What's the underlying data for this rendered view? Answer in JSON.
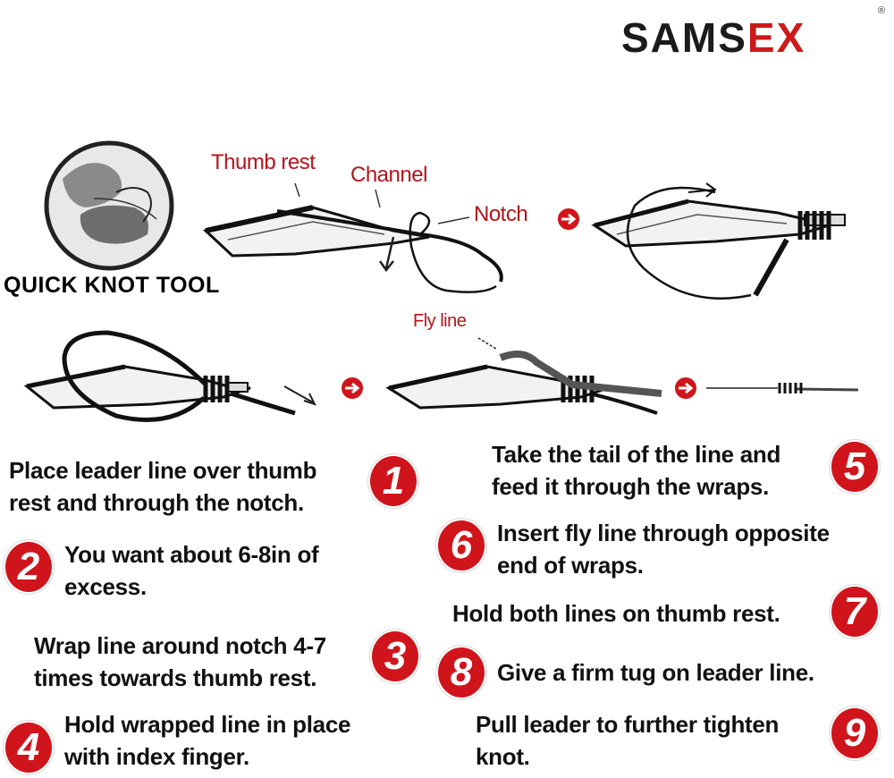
{
  "brand": {
    "name_left": "SAMS",
    "name_right": "EX",
    "mark": "®"
  },
  "tool_label": "QUICK KNOT TOOL",
  "callouts": {
    "thumb_rest": "Thumb rest",
    "channel": "Channel",
    "notch": "Notch",
    "fly_line": "Fly line"
  },
  "steps": [
    {
      "num": "1",
      "text_l1": "Place leader line over thumb",
      "text_l2": "rest and through the notch."
    },
    {
      "num": "2",
      "text_l1": "You want about 6-8in of",
      "text_l2": "excess."
    },
    {
      "num": "3",
      "text_l1": "Wrap line around notch 4-7",
      "text_l2": "times towards thumb rest."
    },
    {
      "num": "4",
      "text_l1": "Hold wrapped line in place",
      "text_l2": "with index finger."
    },
    {
      "num": "5",
      "text_l1": "Take the tail of the line and",
      "text_l2": "feed it through the wraps."
    },
    {
      "num": "6",
      "text_l1": "Insert fly line through opposite",
      "text_l2": "end of wraps."
    },
    {
      "num": "7",
      "text_l1": "Hold both lines on thumb rest.",
      "text_l2": ""
    },
    {
      "num": "8",
      "text_l1": "Give a firm tug on leader line.",
      "text_l2": ""
    },
    {
      "num": "9",
      "text_l1": "Pull leader to further tighten",
      "text_l2": "knot."
    }
  ],
  "colors": {
    "accent": "#d0141b",
    "callout": "#b3141a",
    "ink": "#111111"
  },
  "icons": [
    "arrow-right-icon",
    "hand-photo",
    "knot-tool-illustration"
  ]
}
